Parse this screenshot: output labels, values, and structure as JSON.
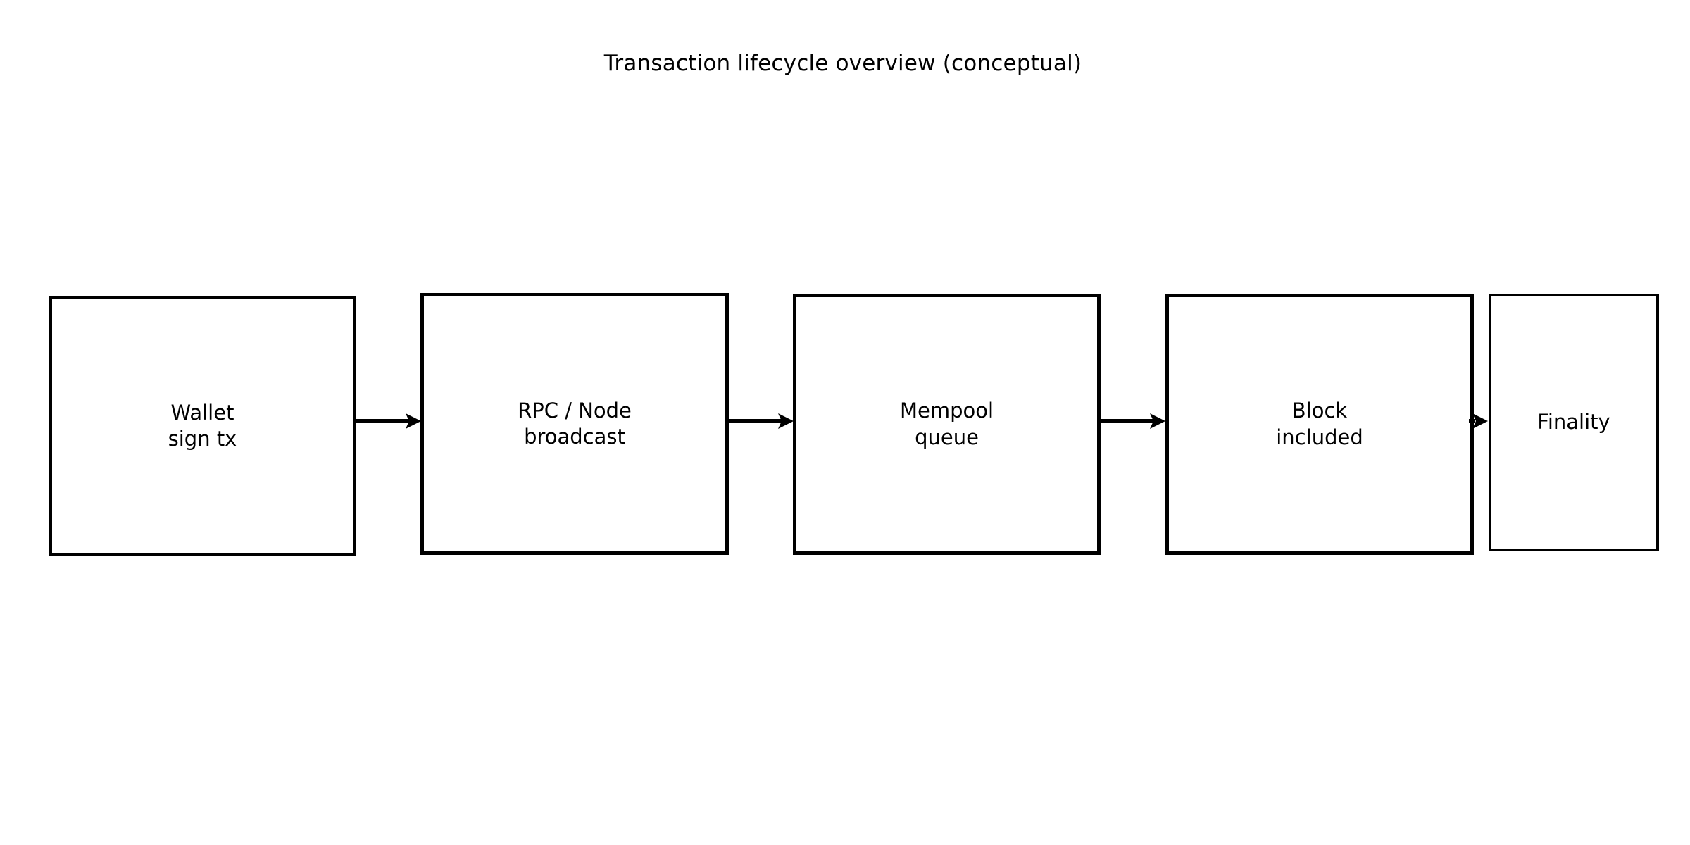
{
  "figure": {
    "title": "Transaction lifecycle overview (conceptual)",
    "background_color": "#ffffff",
    "stroke_color": "#000000",
    "text_color": "#000000"
  },
  "diagram": {
    "type": "flowchart",
    "orientation": "left-to-right",
    "stages": [
      {
        "id": "wallet",
        "label": "Wallet\nsign tx",
        "line1": "Wallet",
        "line2": "sign tx"
      },
      {
        "id": "rpc-node",
        "label": "RPC / Node\nbroadcast",
        "line1": "RPC / Node",
        "line2": "broadcast"
      },
      {
        "id": "mempool",
        "label": "Mempool\nqueue",
        "line1": "Mempool",
        "line2": "queue"
      },
      {
        "id": "block",
        "label": "Block\nincluded",
        "line1": "Block",
        "line2": "included"
      },
      {
        "id": "finality",
        "label": "Finality",
        "line1": "Finality",
        "line2": ""
      }
    ],
    "connectors": [
      {
        "id": "wallet-to-rpc",
        "from": "wallet",
        "to": "rpc-node",
        "style": "solid-arrow"
      },
      {
        "id": "rpc-to-mempool",
        "from": "rpc-node",
        "to": "mempool",
        "style": "solid-arrow"
      },
      {
        "id": "mempool-to-block",
        "from": "mempool",
        "to": "block",
        "style": "solid-arrow"
      },
      {
        "id": "block-to-finality",
        "from": "block",
        "to": "finality",
        "style": "solid-arrow"
      }
    ]
  }
}
